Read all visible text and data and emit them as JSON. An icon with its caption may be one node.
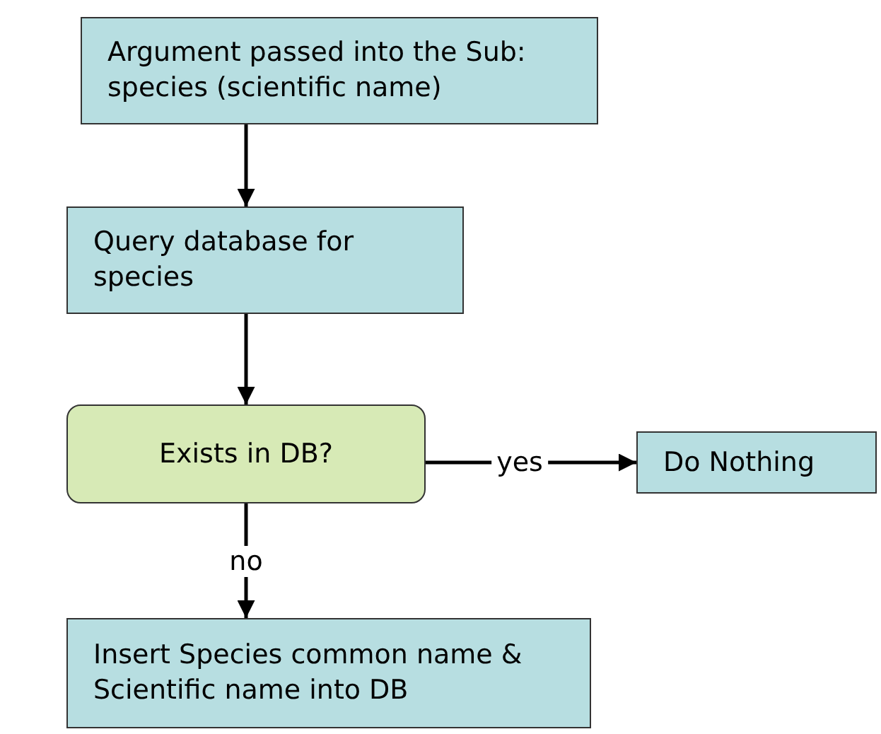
{
  "diagram": {
    "nodes": [
      {
        "text": [
          "Argument passed into the Sub: species (scientific name)"
        ]
      },
      {
        "text": [
          "Query database for species"
        ]
      },
      {
        "text": [
          "Exists in DB?"
        ]
      },
      {
        "text": [
          "Do Nothing"
        ]
      },
      {
        "text": [
          "Insert Species common name & Scientific name into DB"
        ]
      }
    ],
    "edges": [
      {
        "from": 0,
        "to": 1,
        "arrow": "to"
      },
      {
        "from": 1,
        "to": 2,
        "arrow": "to"
      },
      {
        "from": 2,
        "to": 3,
        "arrow": "to",
        "label": "yes"
      },
      {
        "from": 2,
        "to": 4,
        "arrow": "to",
        "label": "no"
      }
    ]
  }
}
